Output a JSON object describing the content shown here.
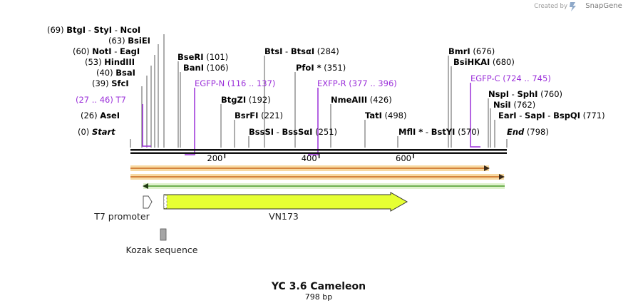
{
  "watermark": {
    "created_by": "Created by",
    "brand": "SnapGene"
  },
  "map": {
    "title": "YC 3.6 Cameleon",
    "length_label": "798 bp",
    "ruler": [
      {
        "text": "200",
        "bp": 200
      },
      {
        "text": "400",
        "bp": 400
      },
      {
        "text": "600",
        "bp": 600
      }
    ],
    "sites": [
      {
        "id": "btgi",
        "parts": [
          [
            "(69) ",
            "pos"
          ],
          [
            "BtgI",
            "bold"
          ],
          [
            " - ",
            "pos"
          ],
          [
            "StyI",
            "bold"
          ],
          [
            " - ",
            "pos"
          ],
          [
            "NcoI",
            "bold"
          ]
        ]
      },
      {
        "id": "bsiei",
        "parts": [
          [
            "(63) ",
            "pos"
          ],
          [
            "BsiEI",
            "bold"
          ]
        ]
      },
      {
        "id": "noti",
        "parts": [
          [
            "(60) ",
            "pos"
          ],
          [
            "NotI",
            "bold"
          ],
          [
            " - ",
            "pos"
          ],
          [
            "EagI",
            "bold"
          ]
        ]
      },
      {
        "id": "hindiii",
        "parts": [
          [
            "(53) ",
            "pos"
          ],
          [
            "HindIII",
            "bold"
          ]
        ]
      },
      {
        "id": "bsai",
        "parts": [
          [
            "(40) ",
            "pos"
          ],
          [
            "BsaI",
            "bold"
          ]
        ]
      },
      {
        "id": "sfci",
        "parts": [
          [
            "(39) ",
            "pos"
          ],
          [
            "SfcI",
            "bold"
          ]
        ]
      },
      {
        "id": "t7",
        "parts": [
          [
            "(27 .. 46) ",
            "prim"
          ],
          [
            "T7",
            "prim"
          ]
        ]
      },
      {
        "id": "asei",
        "parts": [
          [
            "(26) ",
            "pos"
          ],
          [
            "AseI",
            "bold"
          ]
        ]
      },
      {
        "id": "start",
        "parts": [
          [
            "(0) ",
            "pos"
          ],
          [
            "Start",
            "ital"
          ]
        ]
      },
      {
        "id": "bseri",
        "parts": [
          [
            "BseRI",
            "bold"
          ],
          [
            "  (101)",
            "pos"
          ]
        ]
      },
      {
        "id": "bani",
        "parts": [
          [
            "BanI",
            "bold"
          ],
          [
            "  (106)",
            "pos"
          ]
        ]
      },
      {
        "id": "egfpn",
        "parts": [
          [
            "EGFP-N",
            "prim"
          ],
          [
            "  (116 .. 137)",
            "prim"
          ]
        ]
      },
      {
        "id": "btgzi",
        "parts": [
          [
            "BtgZI",
            "bold"
          ],
          [
            "  (192)",
            "pos"
          ]
        ]
      },
      {
        "id": "bsrfi",
        "parts": [
          [
            "BsrFI",
            "bold"
          ],
          [
            "  (221)",
            "pos"
          ]
        ]
      },
      {
        "id": "btsi",
        "parts": [
          [
            "BtsI",
            "bold"
          ],
          [
            " - ",
            "pos"
          ],
          [
            "BtsαI",
            "bold"
          ],
          [
            "  (284)",
            "pos"
          ]
        ]
      },
      {
        "id": "pfoi",
        "parts": [
          [
            "PfoI *",
            "bold"
          ],
          [
            "  (351)",
            "pos"
          ]
        ]
      },
      {
        "id": "exfpr",
        "parts": [
          [
            "EXFP-R",
            "prim"
          ],
          [
            "  (377 .. 396)",
            "prim"
          ]
        ]
      },
      {
        "id": "nmeaiii",
        "parts": [
          [
            "NmeAIII",
            "bold"
          ],
          [
            "  (426)",
            "pos"
          ]
        ]
      },
      {
        "id": "bsssi",
        "parts": [
          [
            "BssSI",
            "bold"
          ],
          [
            " - ",
            "pos"
          ],
          [
            "BssSαI",
            "bold"
          ],
          [
            "  (251)",
            "pos"
          ]
        ]
      },
      {
        "id": "tati",
        "parts": [
          [
            "TatI",
            "bold"
          ],
          [
            "  (498)",
            "pos"
          ]
        ]
      },
      {
        "id": "mlui",
        "parts": [
          [
            "MflI *",
            "bold"
          ],
          [
            " - ",
            "pos"
          ],
          [
            "BstYI",
            "bold"
          ],
          [
            "  (570)",
            "pos"
          ]
        ]
      },
      {
        "id": "bmri",
        "parts": [
          [
            "BmrI",
            "bold"
          ],
          [
            "  (676)",
            "pos"
          ]
        ]
      },
      {
        "id": "bsihkai",
        "parts": [
          [
            "BsiHKAI",
            "bold"
          ],
          [
            "  (680)",
            "pos"
          ]
        ]
      },
      {
        "id": "egfpc",
        "parts": [
          [
            "EGFP-C",
            "prim"
          ],
          [
            "  (724 .. 745)",
            "prim"
          ]
        ]
      },
      {
        "id": "nspi",
        "parts": [
          [
            "NspI",
            "bold"
          ],
          [
            " - ",
            "pos"
          ],
          [
            "SphI",
            "bold"
          ],
          [
            "  (760)",
            "pos"
          ]
        ]
      },
      {
        "id": "nsii",
        "parts": [
          [
            "NsiI",
            "bold"
          ],
          [
            "  (762)",
            "pos"
          ]
        ]
      },
      {
        "id": "eari",
        "parts": [
          [
            "EarI",
            "bold"
          ],
          [
            " - ",
            "pos"
          ],
          [
            "SapI",
            "bold"
          ],
          [
            " - ",
            "pos"
          ],
          [
            "BspQI",
            "bold"
          ],
          [
            "  (771)",
            "pos"
          ]
        ]
      },
      {
        "id": "end",
        "parts": [
          [
            "End",
            "ital"
          ],
          [
            "  (798)",
            "pos"
          ]
        ]
      }
    ],
    "features": [
      {
        "id": "t7-promoter",
        "label": "T7 promoter",
        "color": "#ffffff"
      },
      {
        "id": "vn173",
        "label": "VN173",
        "color": "#e6ff33"
      },
      {
        "id": "kozak",
        "label": "Kozak sequence",
        "color": "#a6a6a6"
      }
    ],
    "colors": {
      "primer": "#9b30d9",
      "orf": "#c9671c",
      "orf_fill": "#f5d08a",
      "orf_rev": "#4a9a2a",
      "orf_rev_fill": "#dff2cc"
    }
  }
}
